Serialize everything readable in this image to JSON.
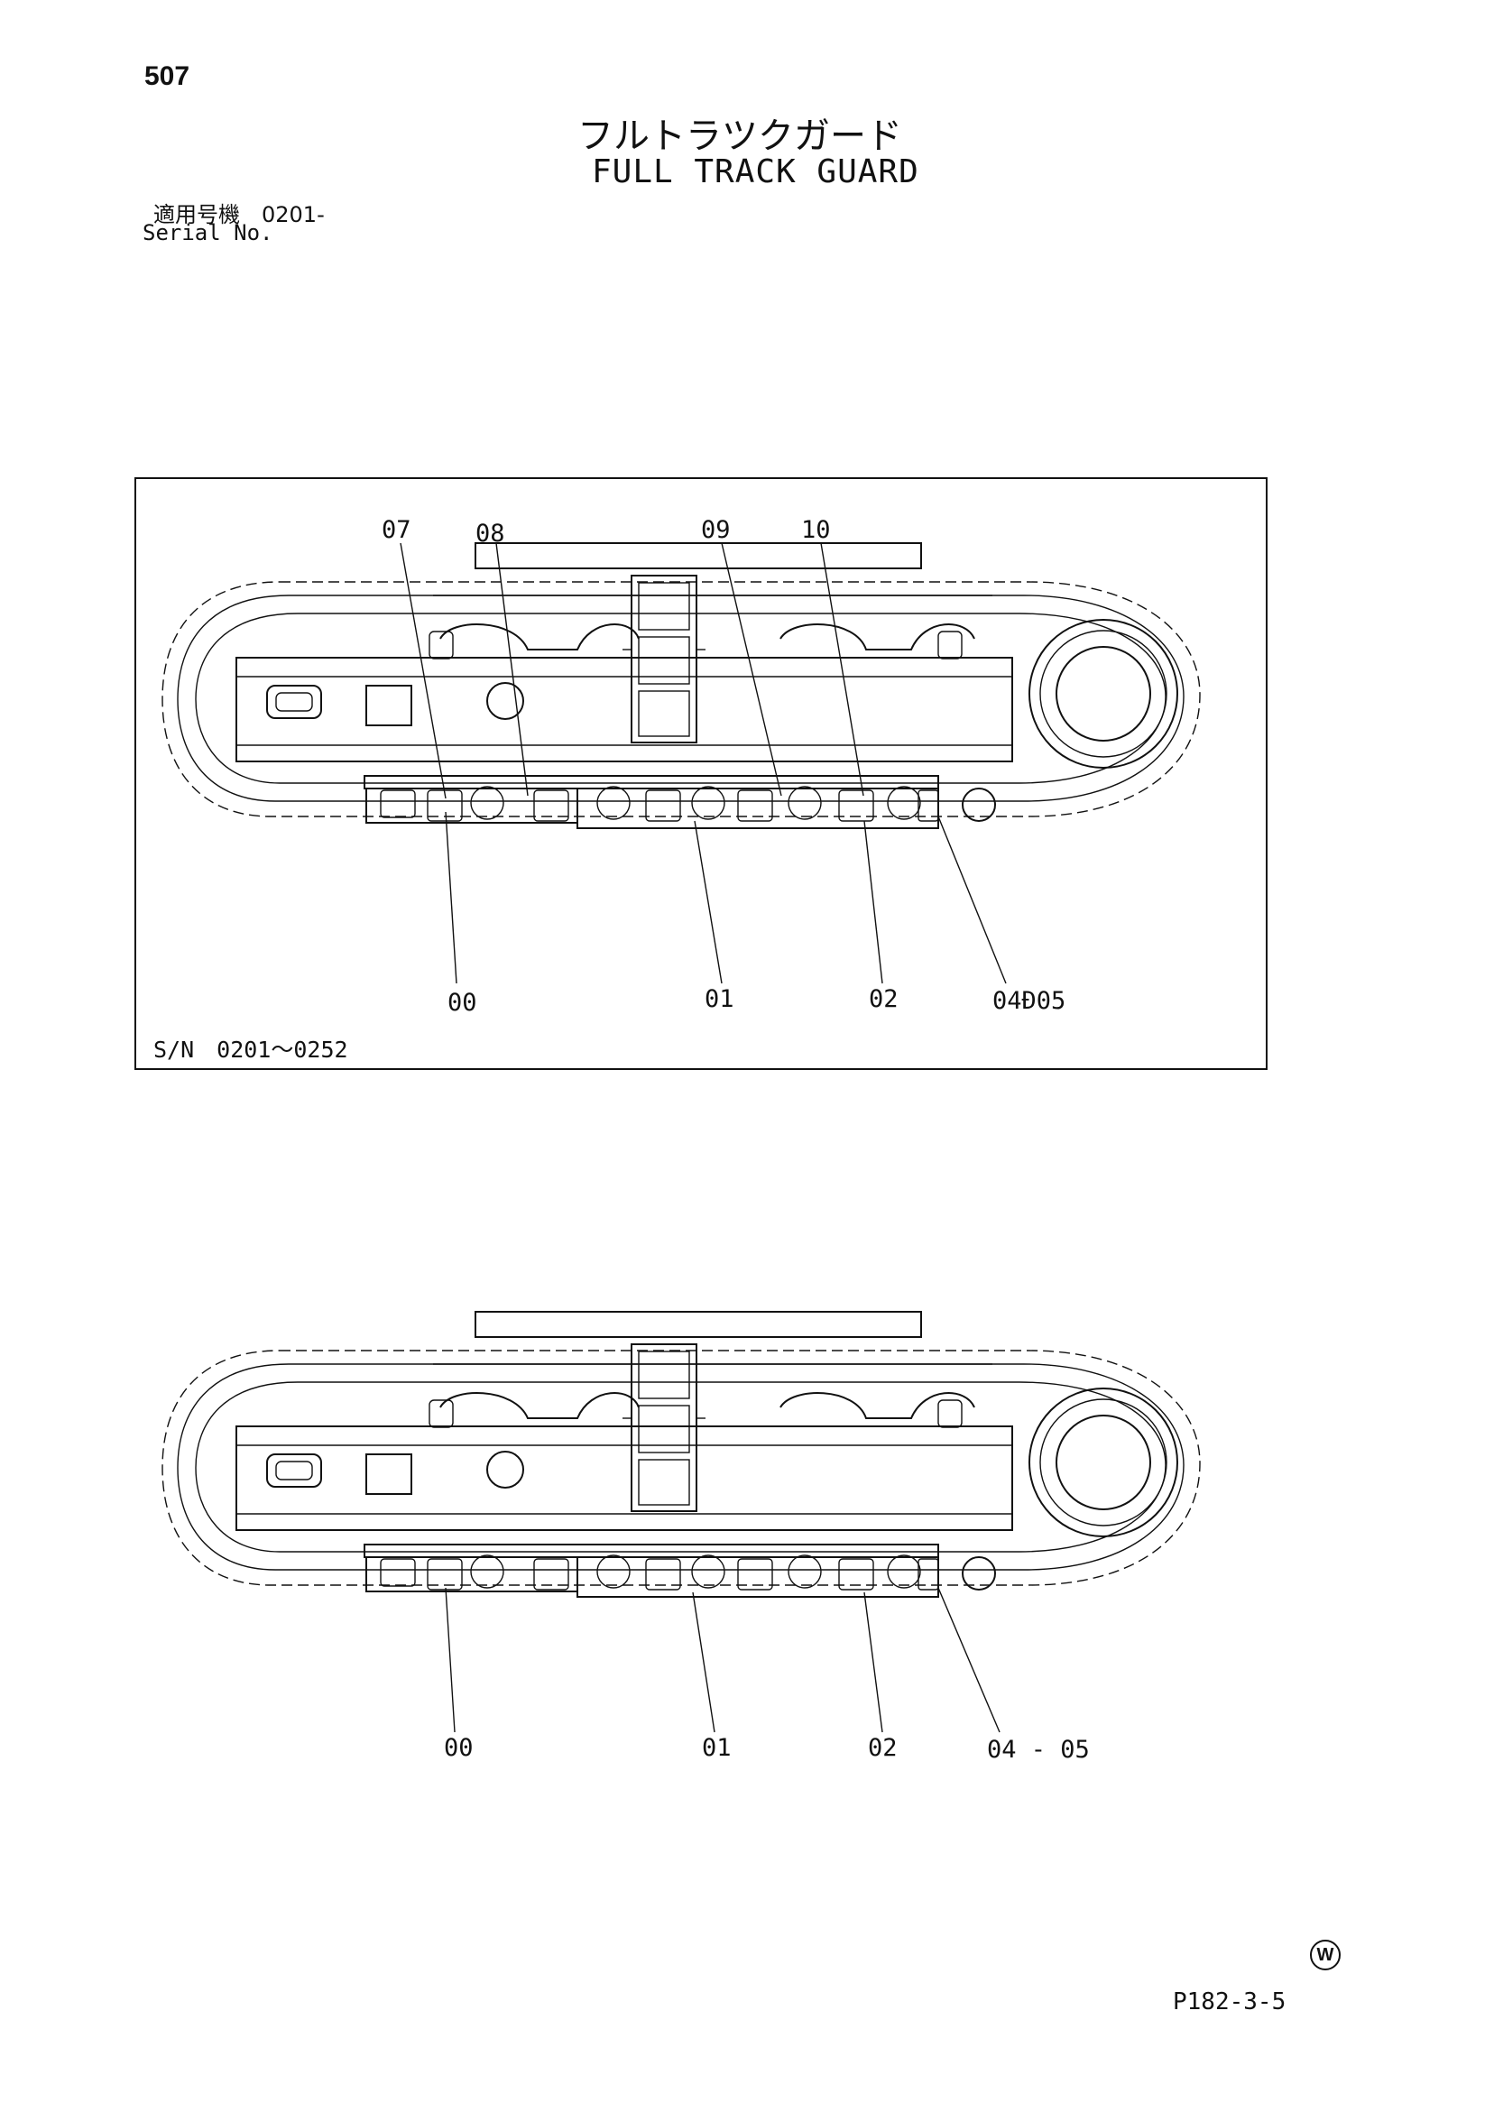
{
  "header": {
    "page_number": "507",
    "title_jp": "フルトラツクガード",
    "title_en": "FULL TRACK GUARD",
    "serial_jp": "適用号機　0201-",
    "serial_en": "Serial No."
  },
  "diagram_1": {
    "serial_range": "S/N　0201～0252",
    "callouts_top": [
      "07",
      "08",
      "09",
      "10"
    ],
    "callouts_bottom": [
      "00",
      "01",
      "02",
      "04Ð05"
    ]
  },
  "diagram_2": {
    "callouts_bottom": [
      "00",
      "01",
      "02",
      "04 - 05"
    ]
  },
  "footer": {
    "ref_code": "P182-3-5",
    "mark": "W"
  }
}
